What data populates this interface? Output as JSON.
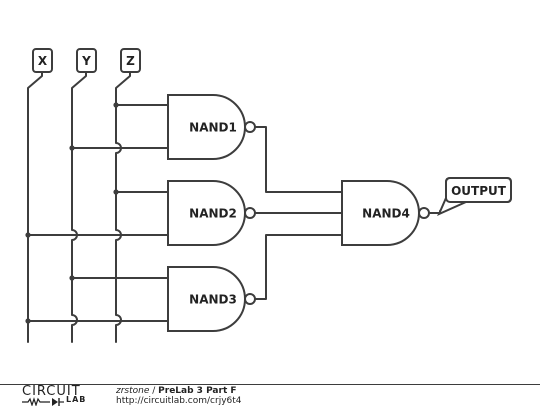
{
  "schematic": {
    "inputs": [
      {
        "id": "x",
        "label": "X"
      },
      {
        "id": "y",
        "label": "Y"
      },
      {
        "id": "z",
        "label": "Z"
      }
    ],
    "gates": [
      {
        "id": "nand1",
        "label": "NAND1"
      },
      {
        "id": "nand2",
        "label": "NAND2"
      },
      {
        "id": "nand3",
        "label": "NAND3"
      },
      {
        "id": "nand4",
        "label": "NAND4"
      }
    ],
    "output": {
      "label": "OUTPUT"
    }
  },
  "footer": {
    "logo_word": "CIRCUIT",
    "logo_sub": "LAB",
    "author": "zrstone",
    "separator": " / ",
    "title": "PreLab 3 Part F",
    "url": "http://circuitlab.com/crjy6t4"
  }
}
